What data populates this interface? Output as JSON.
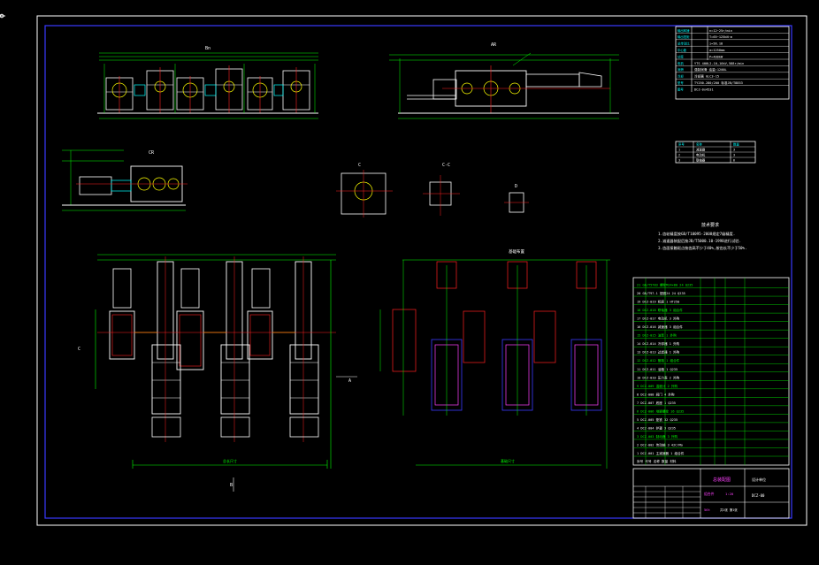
{
  "colors": {
    "background": "#000000",
    "frame": "#ffffff",
    "border": "#3a3aff",
    "green": "#00ff00",
    "white": "#ffffff",
    "red": "#ff2020",
    "yellow": "#ffff00",
    "cyan": "#00ffff",
    "magenta": "#ff40ff",
    "blue": "#3a3aff"
  },
  "view_labels": {
    "top_left": "Bn",
    "top_right": "AR",
    "mid_left": "CR",
    "section_c": "C",
    "section_cc": "C-C",
    "section_d": "D",
    "layout_right": "基础布置",
    "plan_left_dim": "总长尺寸",
    "plan_right_dim": "基础尺寸",
    "axis_a": "A",
    "axis_b": "B",
    "axis_c": "C"
  },
  "spec_table": {
    "rows": [
      {
        "label": "输出转速",
        "value": "n=12~25r/min"
      },
      {
        "label": "输出扭矩",
        "value": "T=65~125kN·m"
      },
      {
        "label": "总传动比",
        "value": "i=56.18"
      },
      {
        "label": "中心距",
        "value": "a=1250mm"
      },
      {
        "label": "功率",
        "value": "P=400kW"
      },
      {
        "label": "电机",
        "value": "YTS 400L2-10,10kV,588r/min"
      },
      {
        "label": "润滑",
        "value": "强制润滑 油量:1200L"
      },
      {
        "label": "冷却",
        "value": "冷却器 GLC3-15"
      },
      {
        "label": "型号",
        "value": "TY250-280/200 标准JB/T8853"
      },
      {
        "label": "图号",
        "value": "DCZ-0x4531"
      }
    ]
  },
  "small_table": {
    "rows": [
      {
        "col1": "序号",
        "col2": "名称",
        "col3": "数量"
      },
      {
        "col1": "1",
        "col2": "减速器",
        "col3": "3"
      },
      {
        "col1": "2",
        "col2": "电动机",
        "col3": "3"
      },
      {
        "col1": "3",
        "col2": "联轴器",
        "col3": "6"
      }
    ]
  },
  "notes": {
    "title": "技术要求",
    "lines": [
      "1.齿轮精度按GB/T10095-2008规定7级精度.",
      "2.减速器装配后按JB/T5000.10-1998进行试验.",
      "3.齿面接触斑点按齿高不少于40%,按齿长不少于50%."
    ]
  },
  "title_block": {
    "drawing_title": "总装配图",
    "company": "设计单位",
    "scale": "1:20",
    "sheet": "共1张 第1张",
    "drawing_no": "DCZ-00",
    "material": "组合件",
    "weight": "56t"
  },
  "parts_list": {
    "rows": [
      "21  GB/T5783  螺栓M24×80  24  Q235",
      "20  GB/T97.1  垫圈24  24  Q235",
      "19  DCZ-019  机座  1  HT250",
      "18  DCZ-018  联轴器  3  组合件",
      "17  DCZ-017  电动机  3  外购",
      "16  DCZ-016  减速器  3  组合件",
      "15  DCZ-015  油泵  1  外购",
      "14  DCZ-014  冷却器  1  外购",
      "13  DCZ-013  过滤器  1  外购",
      "12  DCZ-012  管路  1  组合件",
      "11  DCZ-011  油箱  1  Q235",
      "10  DCZ-010  压力表  2  外购",
      "9  DCZ-009  温度计  2  外购",
      "8  DCZ-008  阀门  4  外购",
      "7  DCZ-007  底座  1  Q235",
      "6  DCZ-006  地脚螺栓  16  Q235",
      "5  DCZ-005  垫铁  32  Q235",
      "4  DCZ-004  护罩  3  Q235",
      "3  DCZ-003  制动器  3  外购",
      "2  DCZ-002  传动轴  3  42CrMo",
      "1  DCZ-001  主减速器  1  组合件"
    ],
    "header": "序号  代号  名称  数量  材料"
  }
}
